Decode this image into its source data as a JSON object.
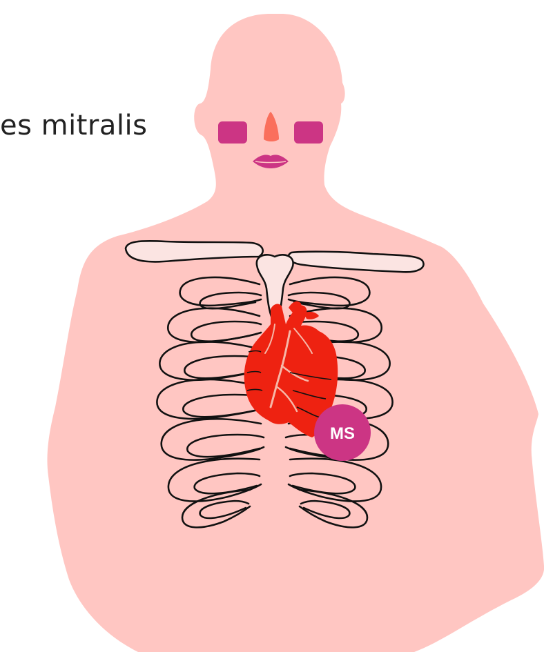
{
  "diagram": {
    "title": "es mitralis",
    "marker_label": "MS",
    "colors": {
      "skin": "#ffc6c2",
      "eyes": "#cc3584",
      "nose": "#fa6f5c",
      "lips": "#cc3584",
      "heart": "#ee2211",
      "vessel": "#f6b7a8",
      "marker": "#cc3584",
      "rib_outline": "#111111"
    },
    "icons": [
      "body-silhouette",
      "ribcage",
      "heart",
      "clavicle"
    ]
  }
}
